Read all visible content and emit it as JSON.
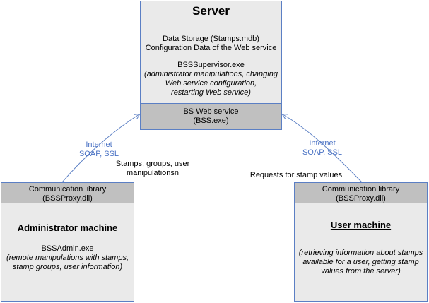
{
  "server": {
    "title": "Server",
    "line1": "Data Storage (Stamps.mdb)",
    "line2": "Configuration Data of the Web service",
    "exe": "BSSSupervisor.exe",
    "desc1": "(administrator manipulations, changing",
    "desc2": "Web service configuration,",
    "desc3": "restarting Web service)",
    "ws_line1": "BS Web service",
    "ws_line2": "(BSS.exe)"
  },
  "admin": {
    "lib_line1": "Communication library",
    "lib_line2": "(BSSProxy.dll)",
    "title": "Administrator machine",
    "exe": "BSSAdmin.exe",
    "desc1": "(remote manipulations with stamps,",
    "desc2": "stamp groups, user information)"
  },
  "user": {
    "lib_line1": "Communication library",
    "lib_line2": "(BSSProxy.dll)",
    "title": "User machine",
    "desc1": "(retrieving information about stamps",
    "desc2": "available for a user, getting stamp",
    "desc3": "values from the server)"
  },
  "connections": {
    "left_proto1": "Internet",
    "left_proto2": "SOAP, SSL",
    "left_label1": "Stamps, groups, user",
    "left_label2": "manipulationsn",
    "right_proto1": "Internet",
    "right_proto2": "SOAP, SSL",
    "right_label": "Requests for stamp values"
  },
  "colors": {
    "border": "#5b7fc4",
    "box_fill": "#eaeaea",
    "header_fill": "#c0c0c0",
    "connector_text": "#4a72c4"
  }
}
